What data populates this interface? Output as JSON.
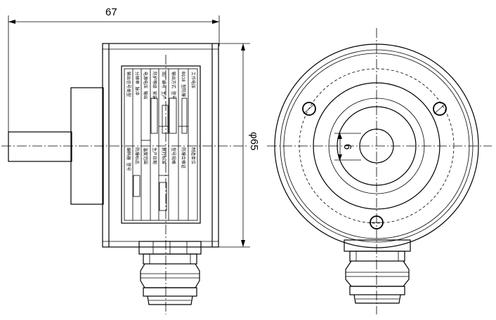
{
  "dimensions": {
    "overall_length": "67",
    "housing_diameter": "φ65",
    "shaft_diameter": "6"
  },
  "nameplate": {
    "lines": [
      "输出信号类型",
      "分辨率 脉冲",
      "电源电压 输出",
      "防护等级 安装",
      "出厂编号 生产",
      "输出方式 型号",
      "BQ18 型防爆",
      "工作电压",
      "编码器 型号",
      "防爆标志",
      "温度范围",
      "生产日期",
      "执行标准",
      "型号规格",
      "防爆合格证",
      "制造单位"
    ]
  }
}
